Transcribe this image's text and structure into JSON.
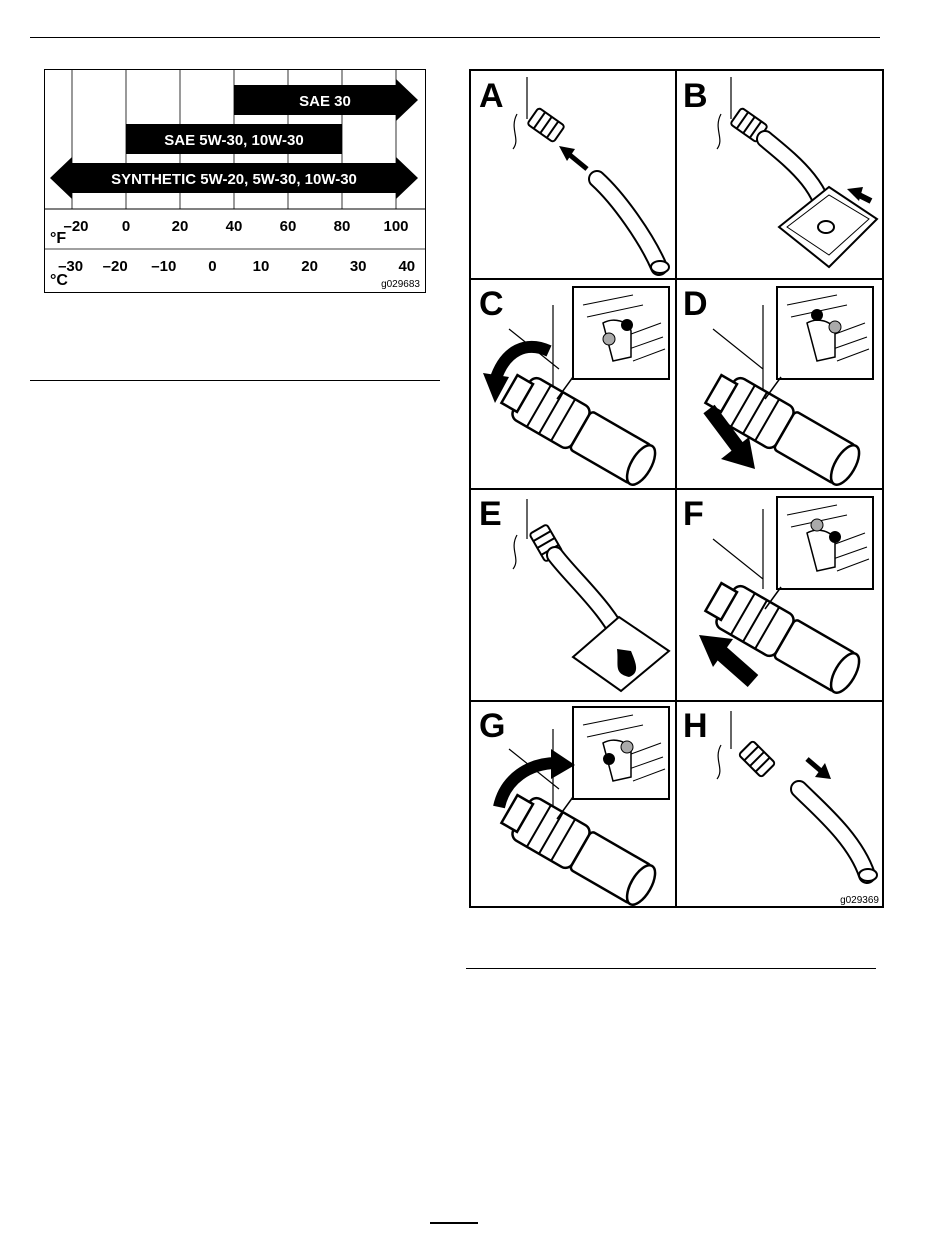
{
  "oil_chart": {
    "fahrenheit_symbol": "°F",
    "celsius_symbol": "°C",
    "fahrenheit_ticks": [
      "–20",
      "0",
      "20",
      "40",
      "60",
      "80",
      "100"
    ],
    "celsius_ticks": [
      "–30",
      "–20",
      "–10",
      "0",
      "10",
      "20",
      "30",
      "40"
    ],
    "code": "g029683"
  },
  "chart_data": {
    "type": "bar",
    "orientation": "horizontal",
    "xlim_fahrenheit": [
      -30,
      110
    ],
    "series": [
      {
        "name": "SAE 30",
        "start_f": 40,
        "end_f": 100,
        "extends_right": true,
        "extends_left": false
      },
      {
        "name": "SAE 5W-30, 10W-30",
        "start_f": 0,
        "end_f": 80,
        "extends_right": false,
        "extends_left": false
      },
      {
        "name": "SYNTHETIC 5W-20, 5W-30, 10W-30",
        "start_f": -20,
        "end_f": 100,
        "extends_right": true,
        "extends_left": true
      }
    ],
    "grid": true,
    "colors": {
      "bar": "#000000",
      "bar_text": "#ffffff"
    }
  },
  "hose_figure": {
    "panels": [
      "A",
      "B",
      "C",
      "D",
      "E",
      "F",
      "G",
      "H"
    ],
    "code": "g029369"
  }
}
